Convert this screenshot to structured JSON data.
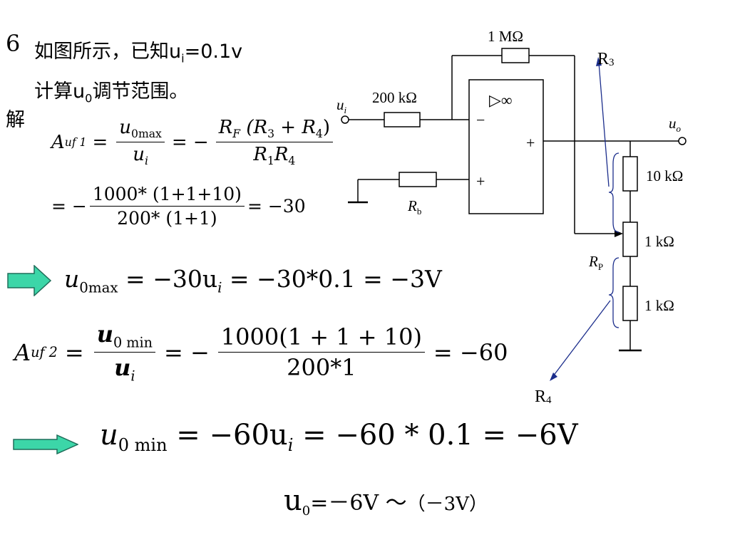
{
  "problem": {
    "number": "6",
    "line1": "如图所示，已知u",
    "line1_sub": "i",
    "line1_tail": "=0.1v",
    "line2": "计算u",
    "line2_sub": "0",
    "line2_tail": "调节范围。",
    "solution": "解"
  },
  "eq1": {
    "lhs": "A",
    "lhs_sub": "uf 1",
    "eq": "=",
    "f1_num": "u",
    "f1_num_sub": "0max",
    "f1_den": "u",
    "f1_den_sub": "i",
    "eq2": "= −",
    "f2_num": "R",
    "f2_num_sub": "F",
    "f2_num_tail": " (R",
    "f2_num_sub2": "3",
    "f2_num_tail2": " + R",
    "f2_num_sub3": "4",
    "f2_num_tail3": ")",
    "f2_den": "R",
    "f2_den_sub": "1",
    "f2_den_tail": "R",
    "f2_den_sub2": "4"
  },
  "eq2": {
    "prefix": "= −",
    "num": "1000* (1+1+10)",
    "den": "200* (1+1)",
    "result": "= −30"
  },
  "eq3": {
    "u": "u",
    "u_sub": "0max",
    "text": " = −30u",
    "ui_sub": "i",
    "text2": " = −30*0.1 = −3V"
  },
  "eq4": {
    "lhs": "A",
    "lhs_sub": "uf 2",
    "eq": "=",
    "f1_num": "u",
    "f1_num_sub": "0 min",
    "f1_den": "u",
    "f1_den_sub": "i",
    "eq2": "= −",
    "f2_num": "1000(1 + 1 + 10)",
    "f2_den": "200*1",
    "result": "= −60"
  },
  "eq5": {
    "u": "u",
    "u_sub": "0 min",
    "text": " = −60u",
    "ui_sub": "i",
    "text2": " = −60 * 0.1 = −6V"
  },
  "final": {
    "u": "u",
    "u_sub": "0",
    "text": "=－6V ～",
    "paren": "（－3V）"
  },
  "circuit": {
    "rf_label": "1 MΩ",
    "r1_label": "200 kΩ",
    "ui_label": "u",
    "ui_sub": "i",
    "uo_label": "u",
    "uo_sub": "o",
    "opamp_symbol": "▷∞",
    "minus": "−",
    "plus_out": "+",
    "plus_in": "+",
    "rb_label": "R",
    "rb_sub": "b",
    "r10k": "10 kΩ",
    "rp1k": "1 kΩ",
    "r1k": "1 kΩ",
    "rp_label": "R",
    "rp_sub": "P",
    "r3_label": "R",
    "r3_sub": "3",
    "r4_label": "R",
    "r4_sub": "4"
  },
  "colors": {
    "arrow_fill": "#3cd6a8",
    "arrow_stroke": "#1f6e5a",
    "annotation_blue": "#1c2e8c"
  }
}
